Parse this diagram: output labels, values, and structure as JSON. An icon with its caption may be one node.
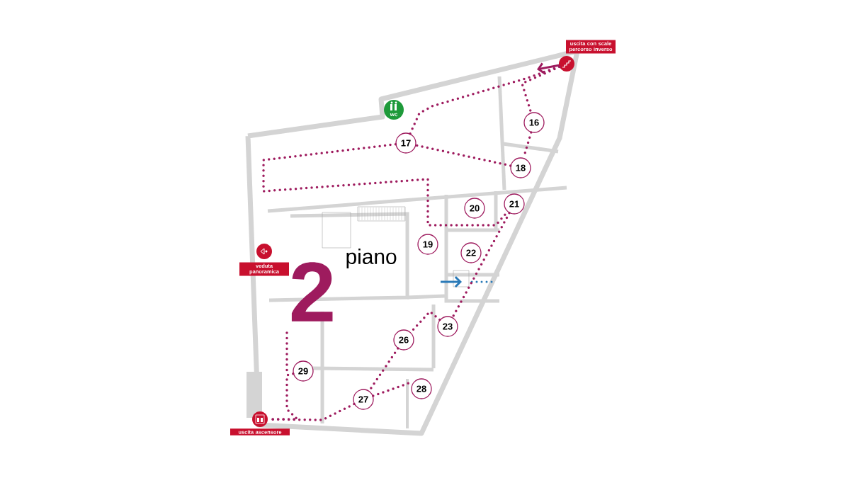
{
  "diagram": {
    "nodes": [
      {
        "text": [],
        "shape": "circle",
        "beside": [
          "uscita con scale percorso inverso"
        ]
      },
      {
        "text": [
          "wc"
        ]
      },
      {
        "text": [
          "16"
        ]
      },
      {
        "text": [
          "17"
        ]
      },
      {
        "text": [
          "18"
        ]
      },
      {
        "text": [
          "19"
        ]
      },
      {
        "text": [
          "20"
        ]
      },
      {
        "text": [
          "21"
        ]
      },
      {
        "text": [
          "22"
        ]
      },
      {
        "text": [
          "23"
        ]
      },
      {
        "text": [
          "26"
        ]
      },
      {
        "text": [
          "27"
        ]
      },
      {
        "text": [
          "28"
        ]
      },
      {
        "text": [
          "29"
        ]
      },
      {
        "text": [],
        "shape": "circle",
        "beside": [
          "veduta panoramica"
        ]
      },
      {
        "text": [],
        "shape": "circle",
        "beside": [
          "uscita ascensore"
        ]
      }
    ],
    "edges": [
      {
        "from": 0,
        "to": 2,
        "arrow": "none"
      },
      {
        "from": 2,
        "to": 4,
        "arrow": "none"
      },
      {
        "from": 4,
        "to": 3,
        "arrow": "none"
      },
      {
        "from": 3,
        "to": 0,
        "arrow": "none"
      },
      {
        "from": 3,
        "to": 7,
        "arrow": "none"
      },
      {
        "from": 7,
        "to": 9,
        "arrow": "none"
      },
      {
        "from": 9,
        "to": 10,
        "arrow": "none"
      },
      {
        "from": 10,
        "to": 11,
        "arrow": "none"
      },
      {
        "from": 11,
        "to": 12,
        "arrow": "none"
      },
      {
        "from": 11,
        "to": 15,
        "arrow": "none"
      },
      {
        "from": 13,
        "to": 15,
        "arrow": "none"
      }
    ],
    "labels": [
      "piano",
      "2"
    ]
  }
}
